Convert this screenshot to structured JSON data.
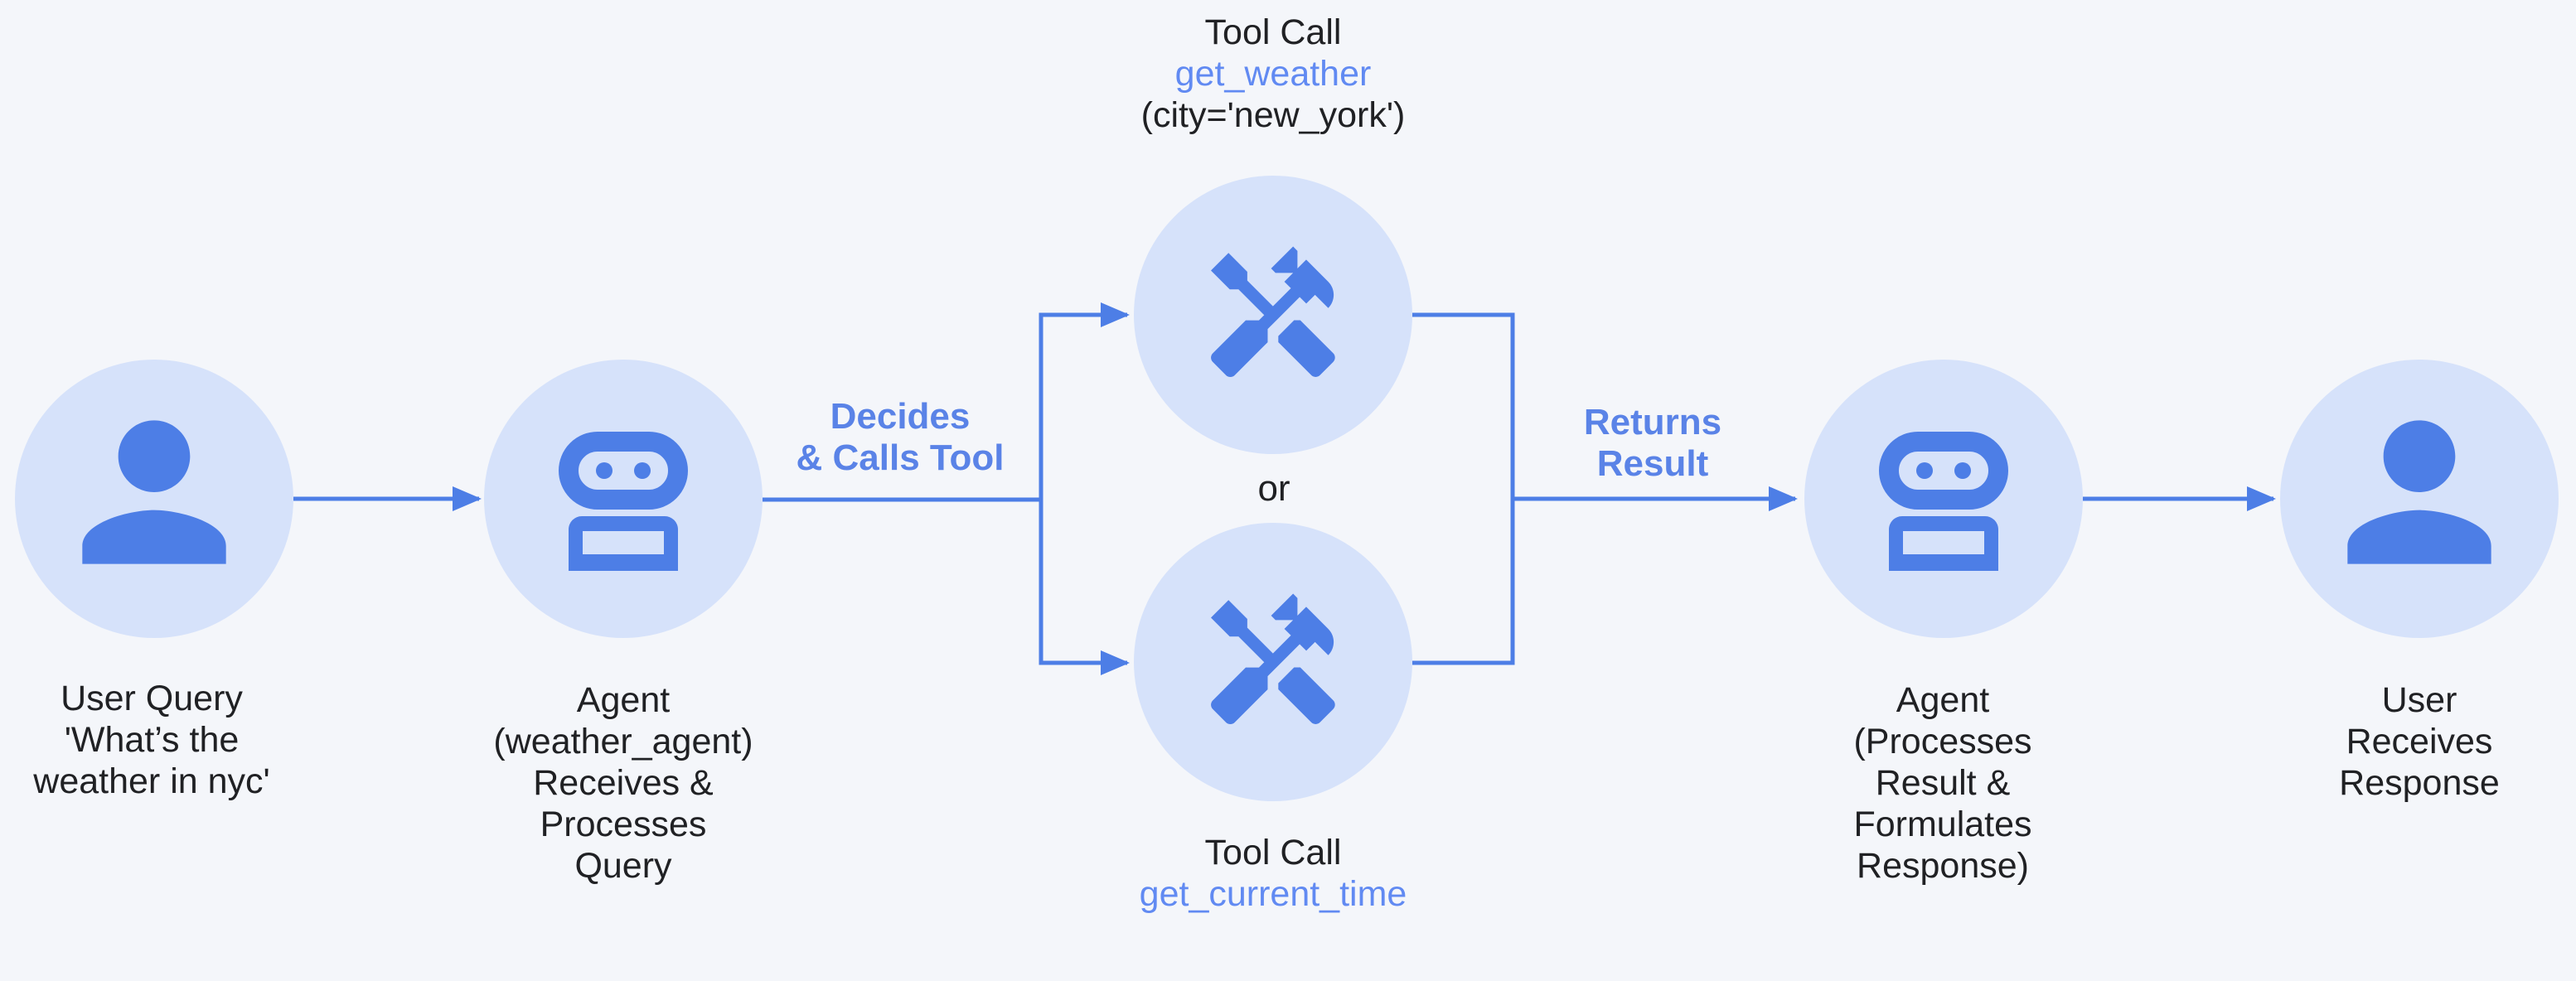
{
  "colors": {
    "background": "#f4f6fa",
    "circle_fill": "#d6e2fa",
    "icon_blue": "#4d7ee6",
    "arrow_blue": "#4d7ee6",
    "edge_label_blue": "#5a83e7",
    "tool_link_blue": "#618af2",
    "text_dark": "#202124"
  },
  "icons": {
    "user": "person-icon",
    "agent": "robot-icon",
    "tool": "handyman-icon"
  },
  "nodes": {
    "user_query": {
      "label": [
        "User Query",
        "'What’s the",
        "weather in nyc'"
      ]
    },
    "agent_receive": {
      "label": [
        "Agent",
        "(weather_agent)",
        "Receives &",
        "Processes",
        "Query"
      ]
    },
    "tool_top": {
      "title": "Tool Call",
      "tool_name": "get_weather",
      "tool_args": "(city='new_york')"
    },
    "tool_bottom": {
      "title": "Tool Call",
      "tool_name": "get_current_time"
    },
    "agent_respond": {
      "label": [
        "Agent",
        "(Processes",
        "Result &",
        "Formulates",
        "Response)"
      ]
    },
    "user_response": {
      "label": [
        "User Receives",
        "Response"
      ]
    }
  },
  "edges": {
    "decides_label": [
      "Decides",
      "& Calls Tool"
    ],
    "returns_label": [
      "Returns",
      "Result"
    ],
    "or_label": "or"
  }
}
